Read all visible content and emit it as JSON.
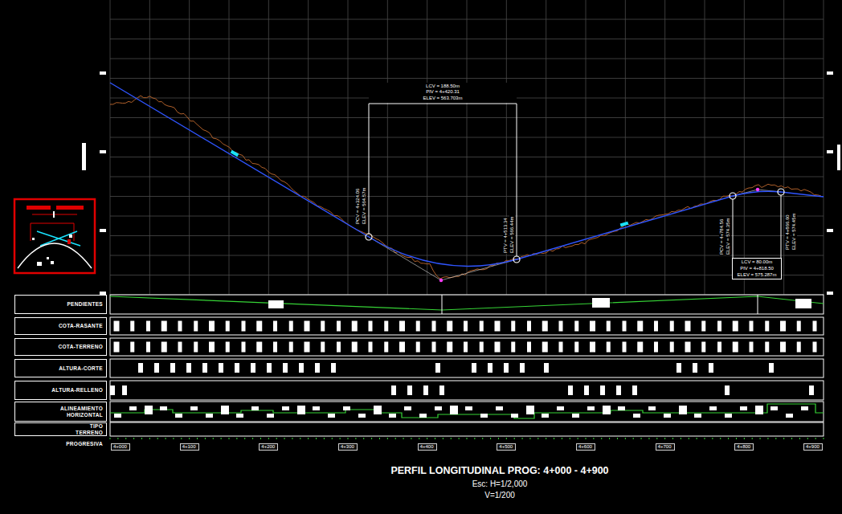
{
  "diagram": {
    "title": "PERFIL LONGITUDINAL PROG: 4+000 - 4+900",
    "nodes": [
      {
        "text": [
          "LCV = 188.50m",
          "PIV = 4+420.31",
          "ELEV = 563.703m"
        ]
      },
      {
        "text": [
          "LCV = 80.00m",
          "PIV = 4+818.50",
          "ELEV = 575.287m"
        ]
      },
      {
        "text": [
          "PENDIENTES"
        ]
      },
      {
        "text": [
          "COTA-RASANTE"
        ]
      },
      {
        "text": [
          "COTA-TERRENO"
        ]
      },
      {
        "text": [
          "ALTURA-CORTE"
        ]
      },
      {
        "text": [
          "ALTURA-RELLENO"
        ]
      },
      {
        "text": [
          "ALINEAMIENTO HORIZONTAL"
        ]
      },
      {
        "text": [
          "TIPO TERRENO"
        ]
      },
      {
        "text": [
          "PROGRESIVA"
        ]
      },
      {
        "text": [
          "4+000"
        ]
      },
      {
        "text": [
          "4+100"
        ]
      },
      {
        "text": [
          "4+200"
        ]
      },
      {
        "text": [
          "4+300"
        ]
      },
      {
        "text": [
          "4+400"
        ]
      },
      {
        "text": [
          "4+500"
        ]
      },
      {
        "text": [
          "4+600"
        ]
      },
      {
        "text": [
          "4+700"
        ]
      },
      {
        "text": [
          "4+800"
        ]
      },
      {
        "text": [
          "4+900"
        ]
      }
    ],
    "labels": [
      "PCV = 4+324.06",
      "ELEV = 564.57m",
      "PTV = 4+513.34",
      "ELEV = 566.44m",
      "PCV = 4+784.56",
      "ELEV = 574.35m",
      "PTV = 4+866.60",
      "ELEV = 574.45m",
      "Esc: H=1/2,000",
      "V=1/200"
    ]
  }
}
